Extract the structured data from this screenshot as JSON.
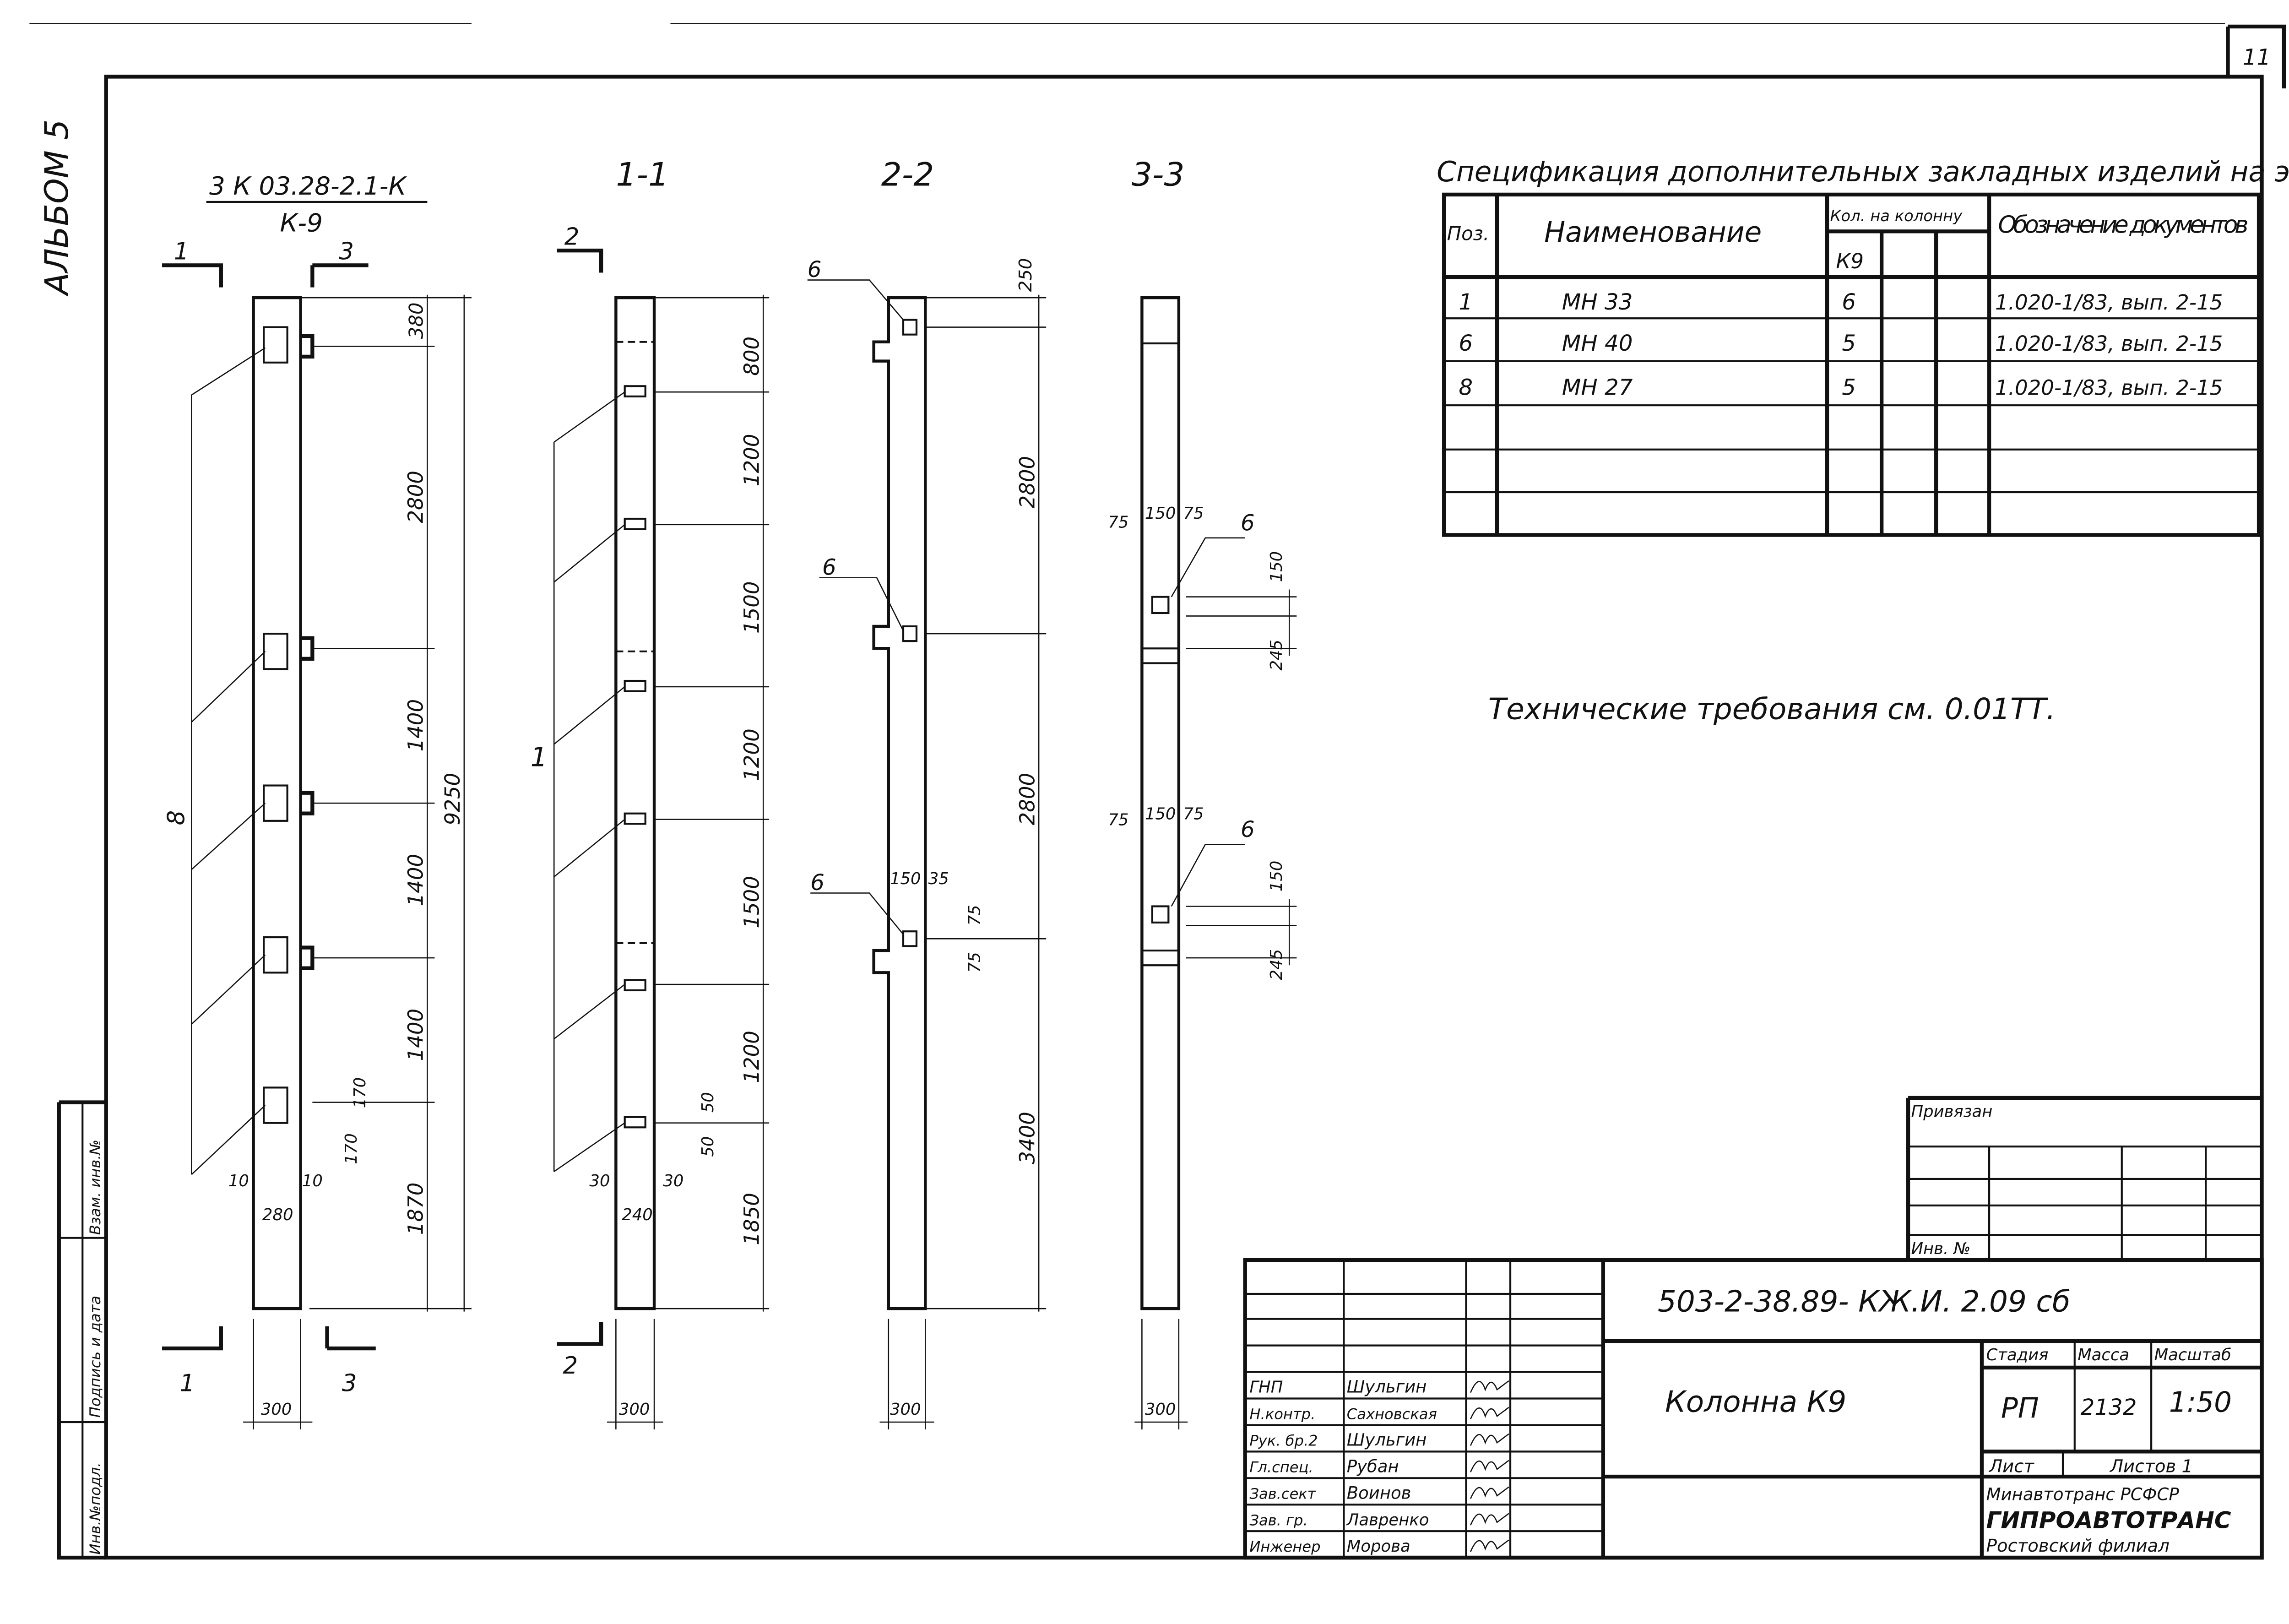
{
  "sheet": {
    "page_number": "11",
    "album": "АЛЬБОМ 5",
    "side_stamp": [
      "Инв.№подл.",
      "Подпись и дата",
      "Взам. инв.№"
    ]
  },
  "views": {
    "mark_top": "3 К 03.28-2.1-К",
    "mark_bottom": "К-9",
    "section_1": "1-1",
    "section_2": "2-2",
    "section_3": "3-3",
    "cut_1": "1",
    "cut_2": "2",
    "cut_3": "3",
    "width_300": "300"
  },
  "elevation": {
    "dims": [
      "380",
      "2800",
      "1400",
      "1400",
      "1400",
      "1870"
    ],
    "total": "9250",
    "pos_label": "8",
    "small": [
      "170",
      "170",
      "10",
      "10",
      "280"
    ]
  },
  "section1": {
    "dims": [
      "800",
      "1200",
      "1500",
      "1200",
      "1500",
      "1200",
      "1850"
    ],
    "pos_label": "1",
    "small": [
      "50",
      "50",
      "30",
      "30",
      "240"
    ]
  },
  "section2": {
    "dims": [
      "250",
      "2800",
      "2800",
      "3400"
    ],
    "pos_labels": [
      "6",
      "6",
      "6"
    ],
    "small": [
      "150",
      "35",
      "75",
      "75"
    ]
  },
  "section3": {
    "top_dims": [
      "75",
      "150",
      "75"
    ],
    "pos_labels": [
      "6",
      "6"
    ],
    "side_dims": [
      "150",
      "245"
    ]
  },
  "spec": {
    "title": "Спецификация дополнительных закладных изделий на элемент",
    "headers": {
      "pos": "Поз.",
      "name": "Наименование",
      "qty": "Кол. на колонну",
      "qty_sub": "К9",
      "doc": "Обозначение документов"
    },
    "rows": [
      {
        "pos": "1",
        "name": "МН 33",
        "qty": "6",
        "doc": "1.020-1/83, вып. 2-15"
      },
      {
        "pos": "6",
        "name": "МН 40",
        "qty": "5",
        "doc": "1.020-1/83, вып. 2-15"
      },
      {
        "pos": "8",
        "name": "МН 27",
        "qty": "5",
        "doc": "1.020-1/83, вып. 2-15"
      }
    ]
  },
  "notes": "Технические требования см. 0.01ТТ.",
  "binding": {
    "title": "Привязан",
    "inv": "Инв. №"
  },
  "title_block": {
    "code": "503-2-38.89- КЖ.И. 2.09 сб",
    "name": "Колонна К9",
    "stage_label": "Стадия",
    "mass_label": "Масса",
    "scale_label": "Масштаб",
    "stage": "РП",
    "mass": "2132",
    "scale": "1:50",
    "sheet_label": "Лист",
    "sheets_label": "Листов 1",
    "org1": "Минавтотранс РСФСР",
    "org2": "ГИПРОАВТОТРАНС",
    "org3": "Ростовский филиал",
    "people": [
      {
        "role": "ГНП",
        "name": "Шульгин"
      },
      {
        "role": "Н.контр.",
        "name": "Сахновская"
      },
      {
        "role": "Рук. бр.2",
        "name": "Шульгин"
      },
      {
        "role": "Гл.спец.",
        "name": "Рубан"
      },
      {
        "role": "Зав.сект",
        "name": "Воинов"
      },
      {
        "role": "Зав. гр.",
        "name": "Лавренко"
      },
      {
        "role": "Инженер",
        "name": "Морова"
      }
    ]
  }
}
